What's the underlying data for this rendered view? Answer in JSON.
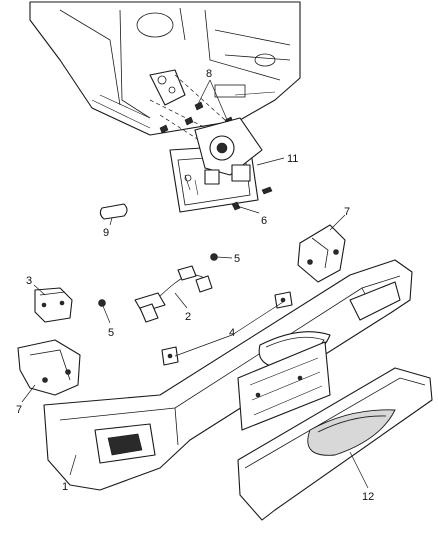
{
  "callouts": {
    "c1": "1",
    "c2": "2",
    "c3": "3",
    "c4": "4",
    "c5a": "5",
    "c5b": "5",
    "c6": "6",
    "c7a": "7",
    "c7b": "7",
    "c8": "8",
    "c9": "9",
    "c11": "11",
    "c12": "12"
  }
}
